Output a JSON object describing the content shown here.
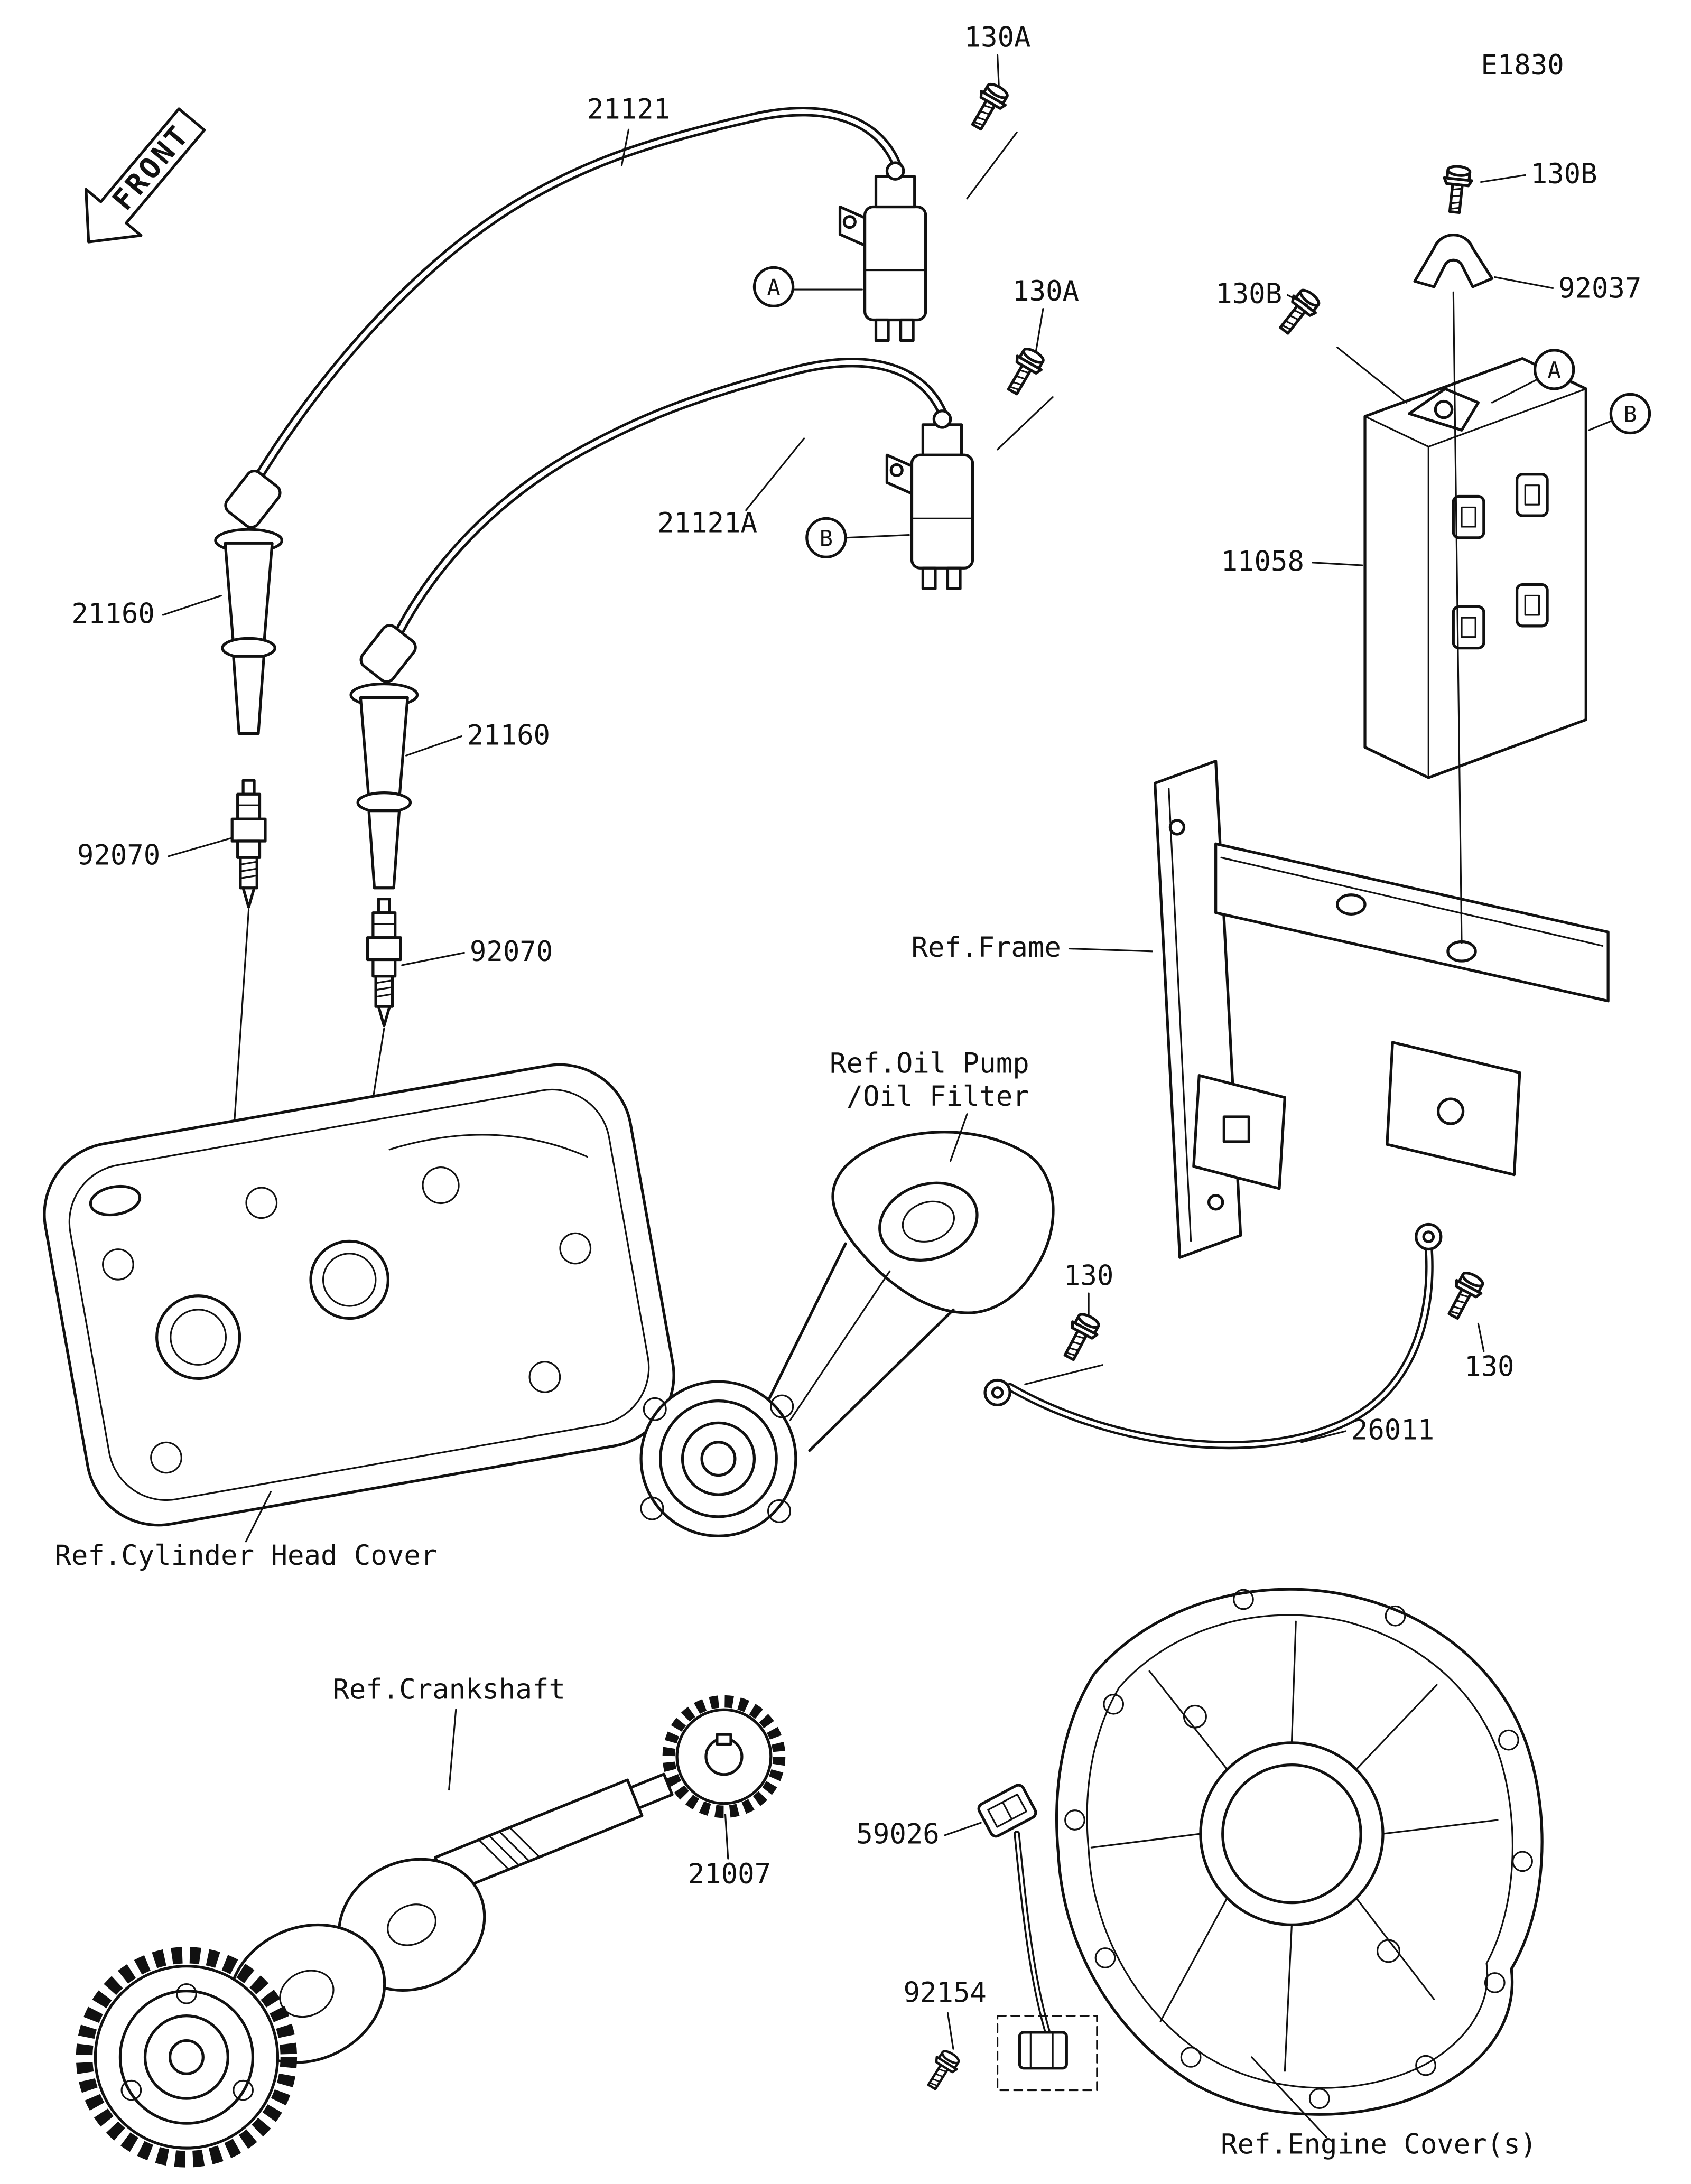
{
  "diagram": {
    "code": "E1830",
    "front": "FRONT",
    "markers": {
      "a": "A",
      "b": "B"
    },
    "callouts": {
      "c130A": "130A",
      "c130B": "130B",
      "c130": "130",
      "c21121": "21121",
      "c21121A": "21121A",
      "c21160": "21160",
      "c92070": "92070",
      "c92037": "92037",
      "c11058": "11058",
      "c26011": "26011",
      "c21007": "21007",
      "c59026": "59026",
      "c92154": "92154"
    },
    "refs": {
      "frame": "Ref.Frame",
      "oil_pump_line1": "Ref.Oil Pump",
      "oil_pump_line2": "/Oil Filter",
      "cylinder_head_cover": "Ref.Cylinder Head Cover",
      "crankshaft": "Ref.Crankshaft",
      "engine_cover": "Ref.Engine Cover(s)"
    },
    "colors": {
      "line": "#111111",
      "background": "#ffffff"
    }
  }
}
